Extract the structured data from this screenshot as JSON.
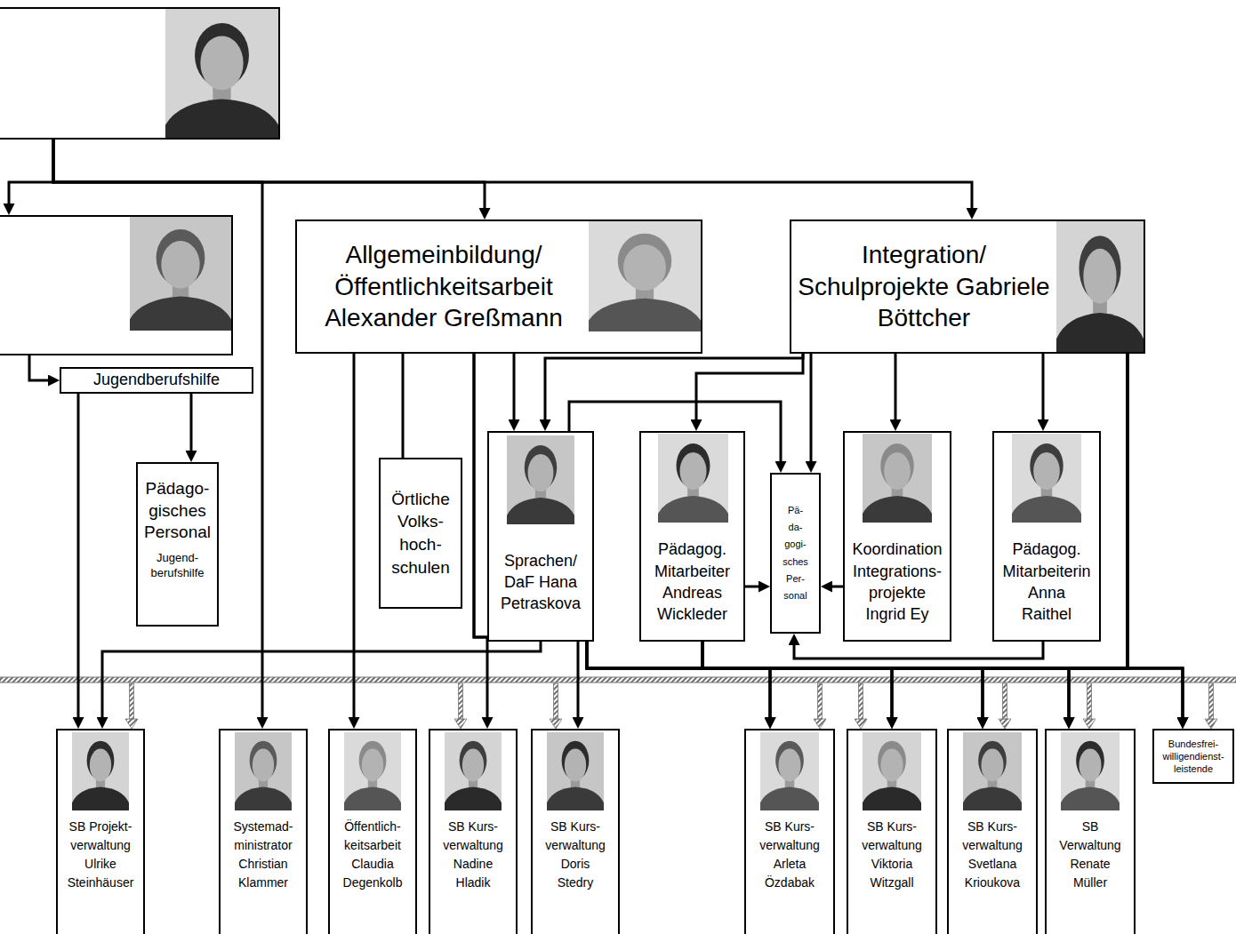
{
  "diagram": {
    "nodes": [
      {
        "text": []
      },
      {
        "text": []
      },
      {
        "text": [
          "Allgemeinbildung/ Öffentlichkeitsarbeit Alexander Greßmann"
        ]
      },
      {
        "text": [
          "Integration/ Schulprojekte Gabriele Böttcher"
        ]
      },
      {
        "text": [
          "Jugendberufshilfe"
        ]
      },
      {
        "text": [
          "Pädago- gisches Personal",
          "Jugend- berufshilfe"
        ]
      },
      {
        "text": [
          "Örtliche Volks- hoch- schulen"
        ]
      },
      {
        "text": [
          "Sprachen/ DaF Hana Petraskova"
        ]
      },
      {
        "text": [
          "Pädagog. Mitarbeiter Andreas Wickleder"
        ]
      },
      {
        "text": [
          "Pä- da- gogi- sches Per- sonal"
        ]
      },
      {
        "text": [
          "Koordination Integrations- projekte Ingrid Ey"
        ]
      },
      {
        "text": [
          "Pädagog. Mitarbeiterin Anna Raithel"
        ]
      },
      {
        "text": [
          "SB Projekt- verwaltung Ulrike Steinhäuser"
        ]
      },
      {
        "text": [
          "Systemad- ministrator Christian Klammer"
        ]
      },
      {
        "text": [
          "Öffentlich- keitsarbeit Claudia Degenkolb"
        ]
      },
      {
        "text": [
          "SB Kurs- verwaltung Nadine Hladik"
        ]
      },
      {
        "text": [
          "SB Kurs- verwaltung Doris Stedry"
        ]
      },
      {
        "text": [
          "SB Kurs- verwaltung Arleta Özdabak"
        ]
      },
      {
        "text": [
          "SB Kurs- verwaltung Viktoria Witzgall"
        ]
      },
      {
        "text": [
          "SB Kurs- verwaltung Svetlana Krioukova"
        ]
      },
      {
        "text": [
          "SB Verwaltung Renate Müller"
        ]
      },
      {
        "text": [
          "Bundesfrei- willigendienst- leistende"
        ]
      }
    ],
    "edges": [
      {
        "from": 0,
        "to": 1,
        "arrow": "to"
      },
      {
        "from": 0,
        "to": 13,
        "arrow": "to"
      },
      {
        "from": 0,
        "to": 2,
        "arrow": "to"
      },
      {
        "from": 0,
        "to": 3,
        "arrow": "to"
      },
      {
        "from": 1,
        "to": 4,
        "arrow": "to"
      },
      {
        "from": 4,
        "to": 5,
        "arrow": "to"
      },
      {
        "from": 4,
        "to": 12,
        "arrow": "to"
      },
      {
        "from": 2,
        "to": 6,
        "arrow": "none"
      },
      {
        "from": 2,
        "to": 7,
        "arrow": "to"
      },
      {
        "from": 2,
        "to": 14,
        "arrow": "to"
      },
      {
        "from": 2,
        "to": 15,
        "arrow": "to"
      },
      {
        "from": 2,
        "to": 16,
        "arrow": "to"
      },
      {
        "from": 7,
        "to": 12,
        "arrow": "to"
      },
      {
        "from": 3,
        "to": 7,
        "arrow": "to"
      },
      {
        "from": 3,
        "to": 8,
        "arrow": "to"
      },
      {
        "from": 3,
        "to": 9,
        "arrow": "to"
      },
      {
        "from": 7,
        "to": 9,
        "arrow": "to"
      },
      {
        "from": 3,
        "to": 10,
        "arrow": "to"
      },
      {
        "from": 3,
        "to": 11,
        "arrow": "to"
      },
      {
        "from": 8,
        "to": 9,
        "arrow": "to"
      },
      {
        "from": 10,
        "to": 9,
        "arrow": "to"
      },
      {
        "from": 11,
        "to": 9,
        "arrow": "to"
      },
      {
        "from": 7,
        "to": 17,
        "arrow": "to"
      },
      {
        "from": 7,
        "to": 18,
        "arrow": "to"
      },
      {
        "from": 7,
        "to": 19,
        "arrow": "to"
      },
      {
        "from": 7,
        "to": 20,
        "arrow": "to"
      },
      {
        "from": 7,
        "to": 21,
        "arrow": "to"
      },
      {
        "from": 8,
        "to": 17,
        "arrow": "to"
      },
      {
        "from": 8,
        "to": 18,
        "arrow": "to"
      },
      {
        "from": 8,
        "to": 19,
        "arrow": "to"
      },
      {
        "from": 8,
        "to": 20,
        "arrow": "to"
      },
      {
        "from": 8,
        "to": 21,
        "arrow": "to"
      },
      {
        "from": 3,
        "to": 17,
        "arrow": "to"
      },
      {
        "from": 3,
        "to": 18,
        "arrow": "to"
      },
      {
        "from": 3,
        "to": 19,
        "arrow": "to"
      },
      {
        "from": 3,
        "to": 20,
        "arrow": "to"
      },
      {
        "from": 3,
        "to": 21,
        "arrow": "to"
      }
    ]
  }
}
